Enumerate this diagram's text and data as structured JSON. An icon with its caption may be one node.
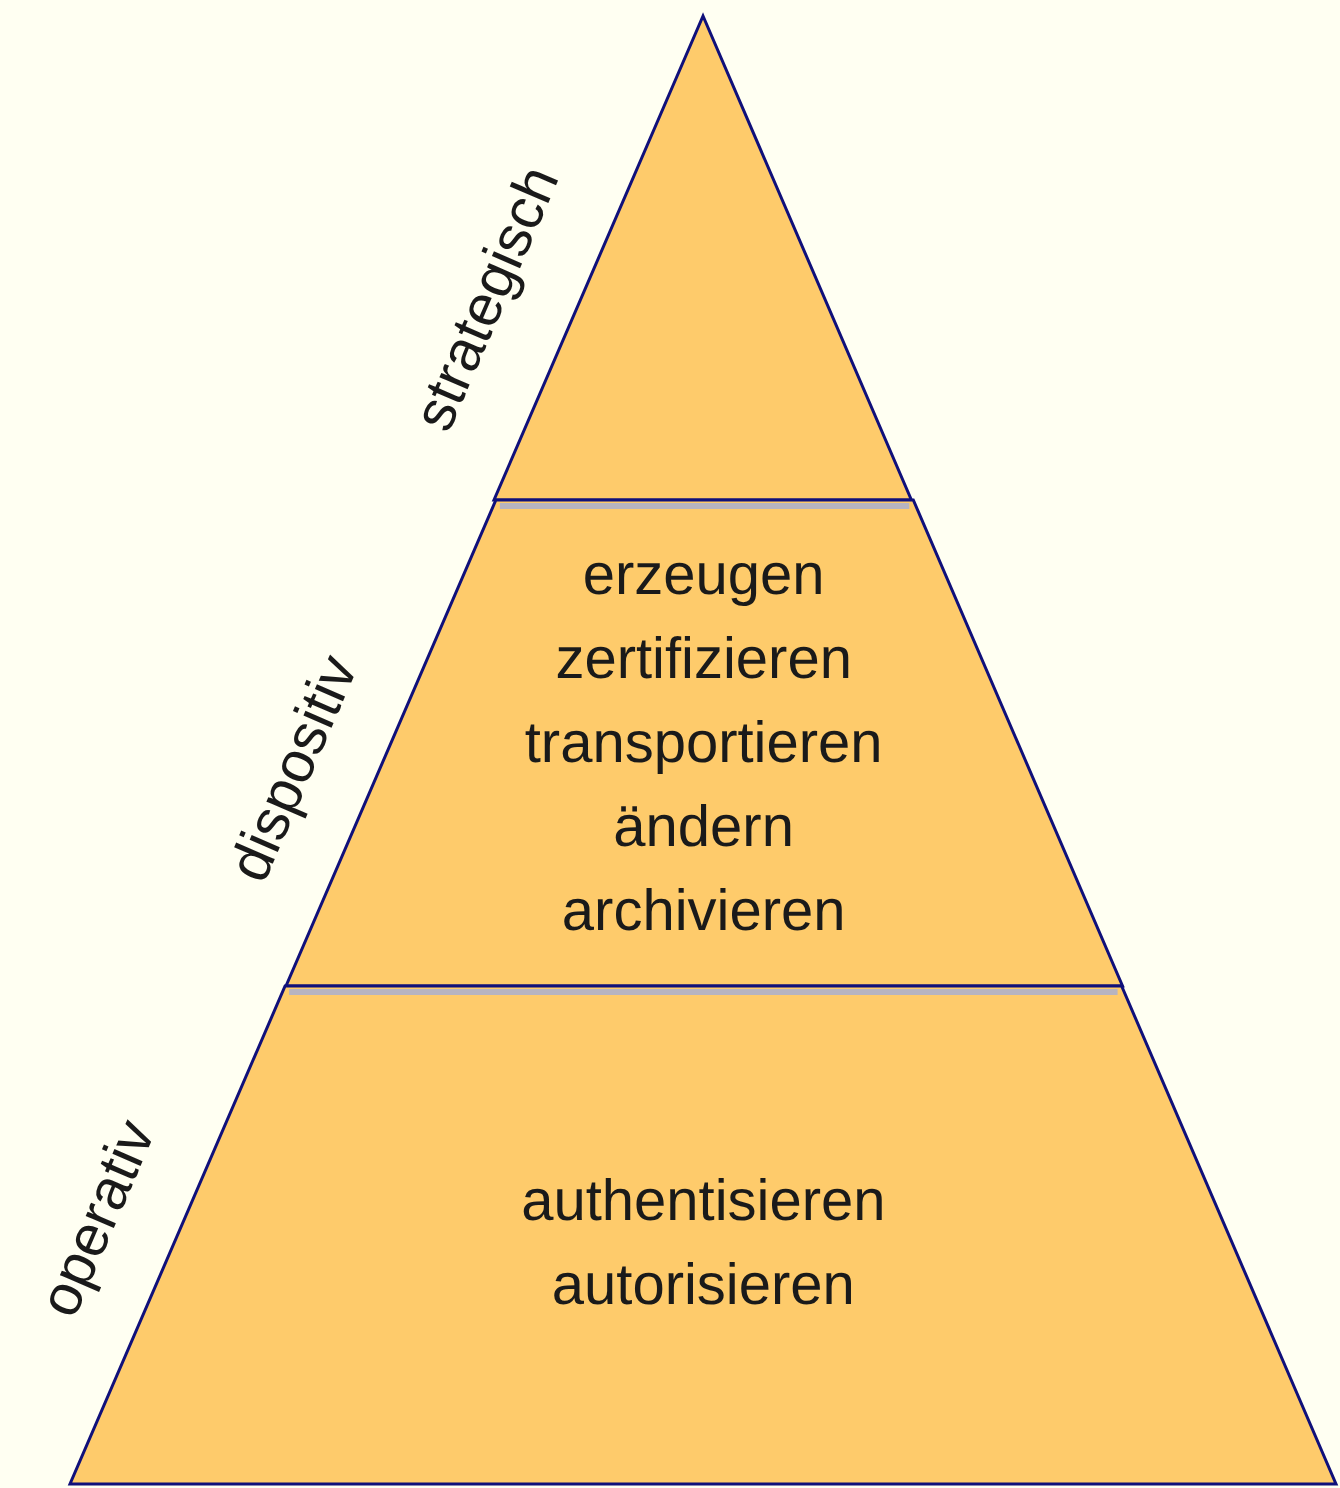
{
  "diagram": {
    "nodes": [
      {
        "text": [],
        "shape": "triangle",
        "beside": [
          "strategisch"
        ]
      },
      {
        "text": [
          "erzeugen",
          "zertifizieren",
          "transportieren",
          "ändern",
          "archivieren"
        ],
        "beside": [
          "dispositiv"
        ]
      },
      {
        "text": [
          "authentisieren",
          "autorisieren"
        ],
        "beside": [
          "operativ"
        ]
      }
    ]
  }
}
